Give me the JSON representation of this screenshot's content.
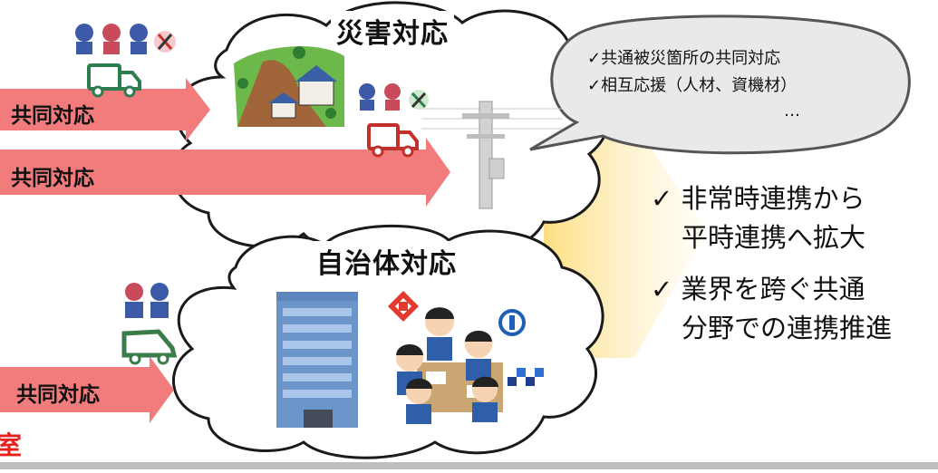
{
  "disaster_cloud": {
    "title": "災害対応"
  },
  "municipal_cloud": {
    "title": "自治体対応"
  },
  "arrows": [
    {
      "label": "共同対応"
    },
    {
      "label": "共同対応"
    },
    {
      "label": "共同対応"
    }
  ],
  "speech_bubble": {
    "lines": [
      "✓共通被災箇所の共同対応",
      "✓相互応援（人材、資機材）",
      "…"
    ]
  },
  "right_panel": {
    "items": [
      {
        "line1": "✓ 非常時連携から",
        "line2": "平時連携へ拡大"
      },
      {
        "line1": "✓ 業界を跨ぐ共通",
        "line2": "分野での連携推進"
      }
    ]
  },
  "partial_text": "室",
  "colors": {
    "arrow": "#f27c7c",
    "highlight": "#fbe6a2",
    "cloud_stroke": "#1a1a1a",
    "bubble_fill": "#e9e9e9",
    "bubble_stroke": "#555555",
    "truck_green": "#2e7d4f",
    "truck_red": "#c2302c",
    "van_green": "#3b7d4a",
    "worker_blue": "#3d5aa8",
    "worker_red": "#c94a5a"
  }
}
